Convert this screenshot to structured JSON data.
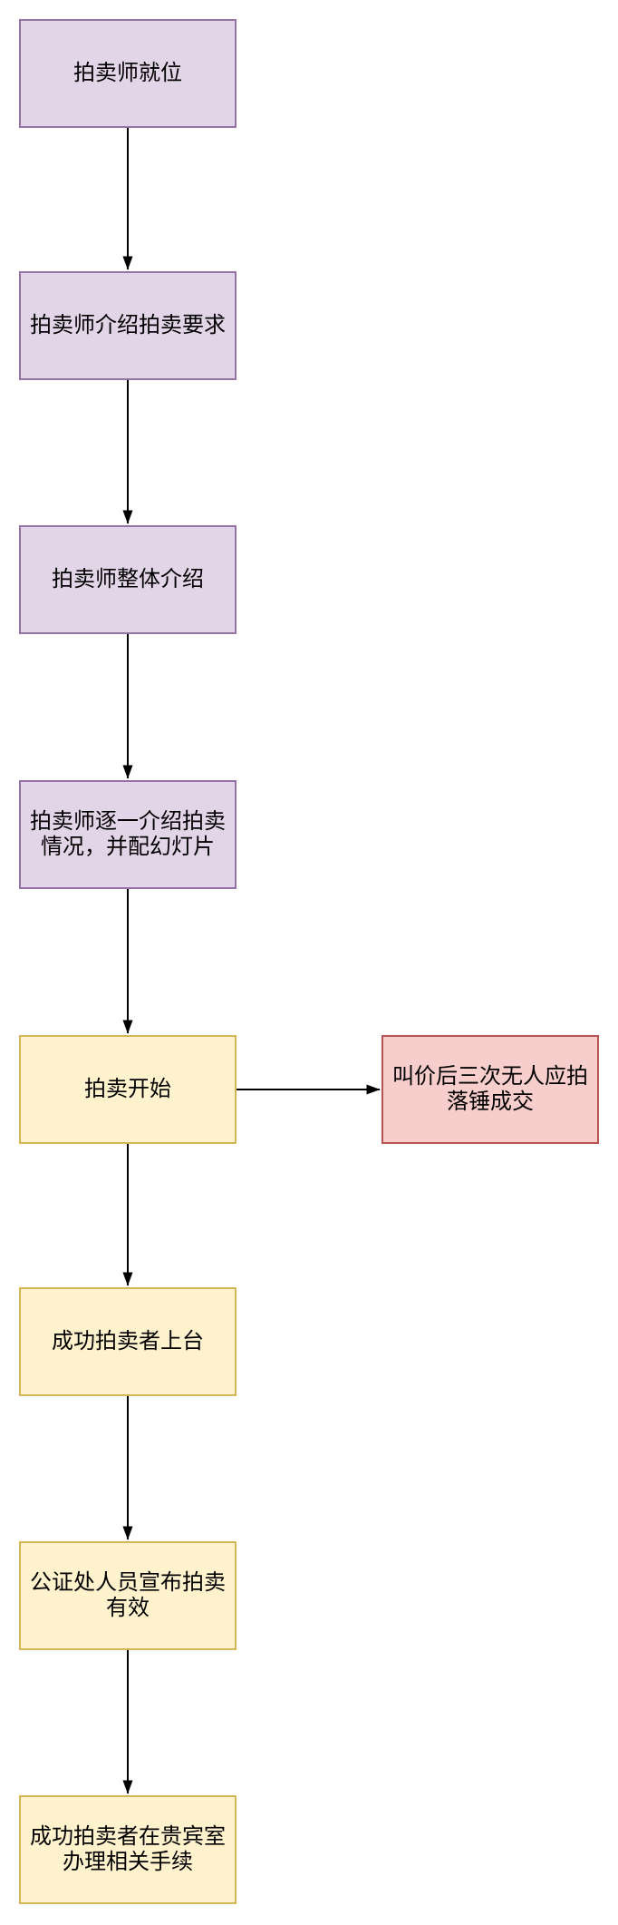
{
  "flowchart": {
    "nodes": [
      {
        "id": "n1",
        "label": "拍卖师就位",
        "type": "purple"
      },
      {
        "id": "n2",
        "label": "拍卖师介绍拍卖要求",
        "type": "purple"
      },
      {
        "id": "n3",
        "label": "拍卖师整体介绍",
        "type": "purple"
      },
      {
        "id": "n4",
        "label": "拍卖师逐一介绍拍卖\n情况，并配幻灯片",
        "type": "purple"
      },
      {
        "id": "n5",
        "label": "拍卖开始",
        "type": "yellow"
      },
      {
        "id": "n6",
        "label": "叫价后三次无人应拍\n落锤成交",
        "type": "red"
      },
      {
        "id": "n7",
        "label": "成功拍卖者上台",
        "type": "yellow"
      },
      {
        "id": "n8",
        "label": "公证处人员宣布拍卖\n有效",
        "type": "yellow"
      },
      {
        "id": "n9",
        "label": "成功拍卖者在贵宾室\n办理相关手续",
        "type": "yellow"
      }
    ],
    "edges": [
      {
        "from": "n1",
        "to": "n2",
        "direction": "down"
      },
      {
        "from": "n2",
        "to": "n3",
        "direction": "down"
      },
      {
        "from": "n3",
        "to": "n4",
        "direction": "down"
      },
      {
        "from": "n4",
        "to": "n5",
        "direction": "down"
      },
      {
        "from": "n5",
        "to": "n6",
        "direction": "right"
      },
      {
        "from": "n5",
        "to": "n7",
        "direction": "down"
      },
      {
        "from": "n7",
        "to": "n8",
        "direction": "down"
      },
      {
        "from": "n8",
        "to": "n9",
        "direction": "down"
      }
    ],
    "colors": {
      "purple_fill": "#E1D5E7",
      "purple_border": "#9673A6",
      "yellow_fill": "#FFF2CC",
      "yellow_border": "#D6B656",
      "red_fill": "#F8CECC",
      "red_border": "#B85450",
      "arrow_color": "#000000"
    }
  }
}
